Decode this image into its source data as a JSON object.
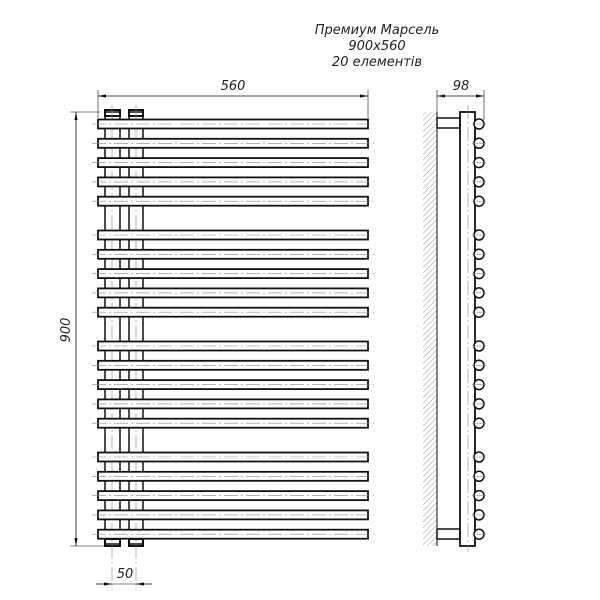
{
  "title": {
    "line1": "Премиум Марсель",
    "line2": "900x560",
    "line3": "20 елементів"
  },
  "dimensions": {
    "width": "560",
    "height": "900",
    "depth": "98",
    "connection_spacing": "50"
  },
  "elements": 20,
  "group_size": 5
}
